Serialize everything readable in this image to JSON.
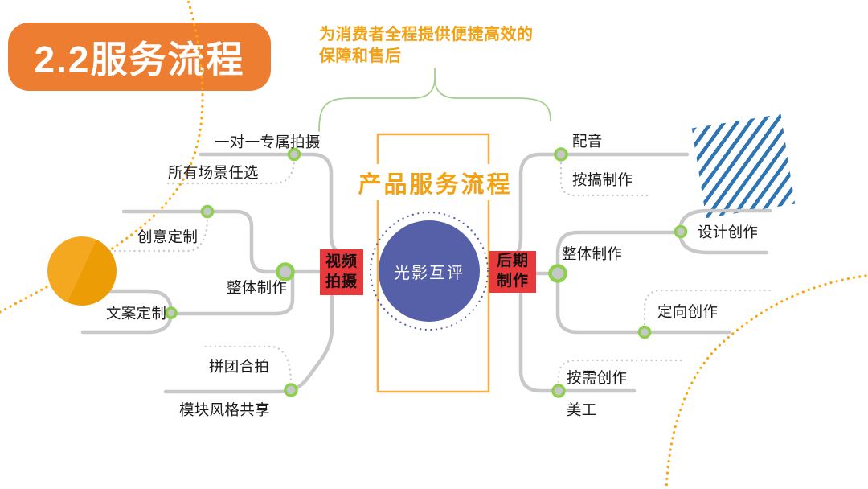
{
  "header": {
    "badge": "2.2服务流程"
  },
  "annotation": {
    "line1": "为消费者全程提供便捷高效的",
    "line2": "保障和售后"
  },
  "diagram": {
    "title": "产品服务流程",
    "root": "光影互评",
    "stages": {
      "left": "视频拍摄",
      "right": "后期制作"
    },
    "left_labels": [
      "一对一专属拍摄",
      "所有场景任选",
      "创意定制",
      "整体制作",
      "文案定制",
      "拼团合拍",
      "模块风格共享"
    ],
    "right_labels": [
      "配音",
      "按搞制作",
      "整体制作",
      "设计创作",
      "定向创作",
      "按需创作",
      "美工"
    ]
  },
  "icons": {
    "striped_square": "diagonal-stripes-decoration",
    "dotted_arcs": "dotted-arc-decoration",
    "orange_circle": "circle-decoration"
  },
  "colors": {
    "banner_orange": "#ED7D31",
    "accent_orange": "#F2A112",
    "frame_orange": "#F6AE45",
    "stage_red": "#E8393D",
    "root_blue": "#5560A8",
    "node_green": "#8ED04E",
    "line_gray": "#C8C8C8",
    "brace_green": "#A5CE8D",
    "stripe_blue": "#2E75B6",
    "dot_orange": "#FFA40A"
  }
}
